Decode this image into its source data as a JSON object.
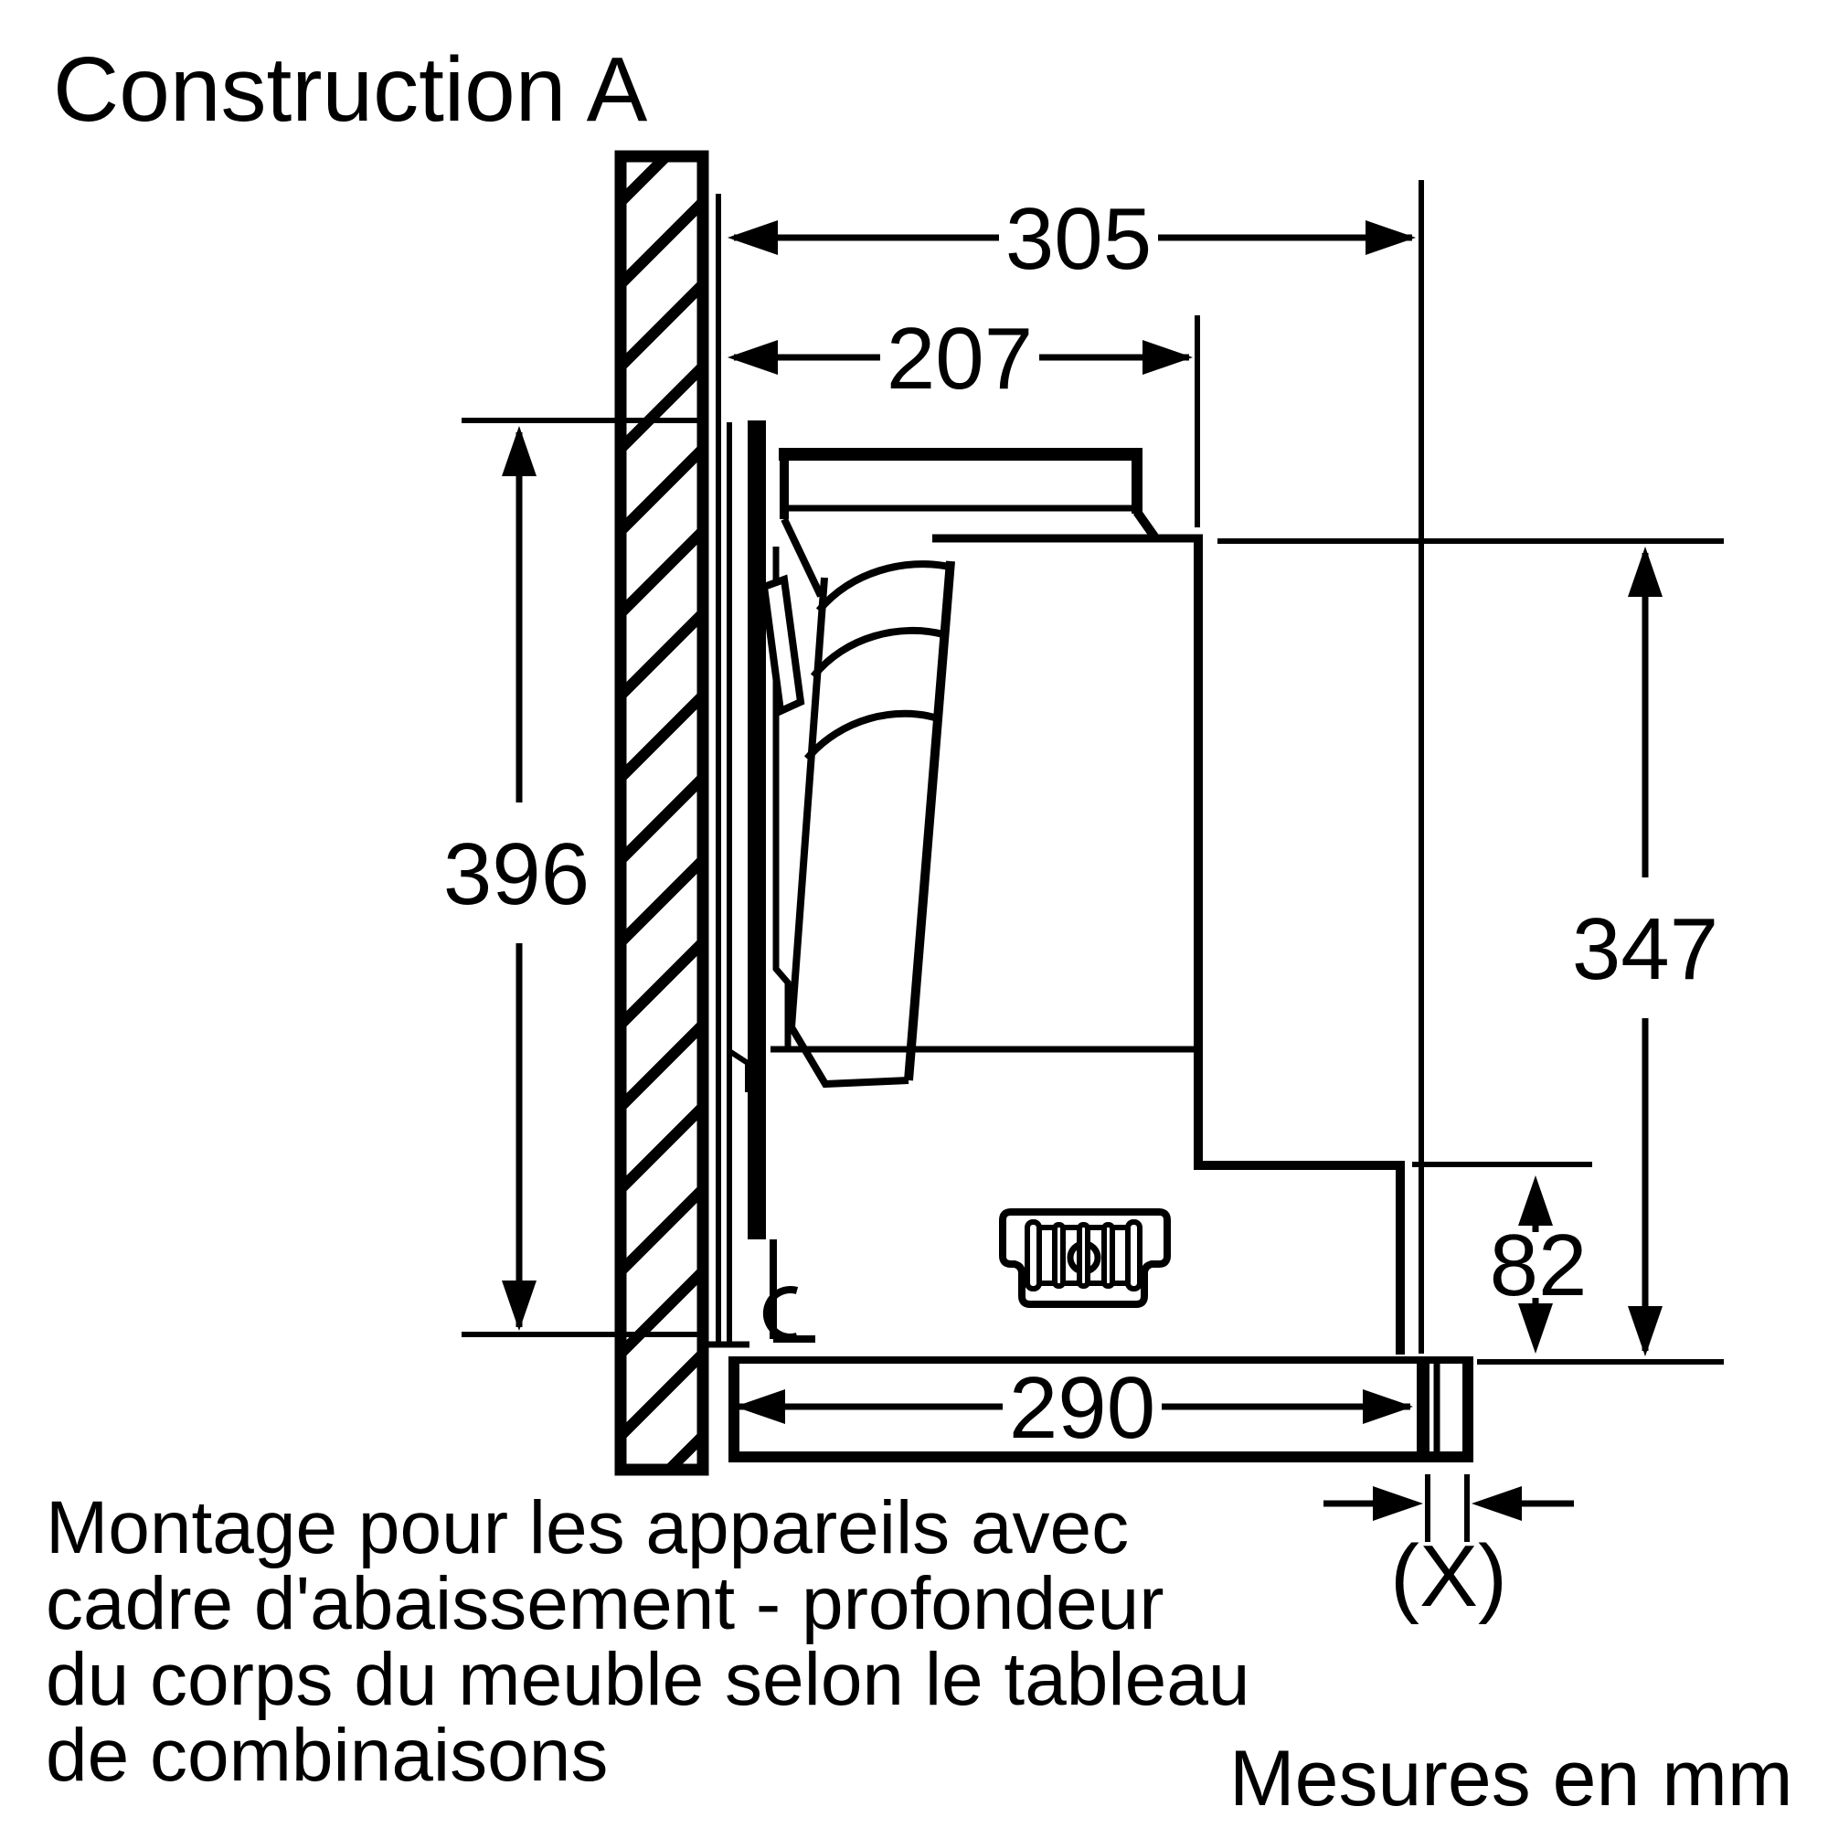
{
  "title": "Construction A",
  "units_label": "Mesures en mm",
  "note": {
    "line1": "Montage pour les appareils avec",
    "line2": "cadre d'abaissement - profondeur",
    "line3": "du corps du meuble selon le tableau",
    "line4": "de combinaisons"
  },
  "dimensions": {
    "top_depth": "305",
    "upper_depth": "207",
    "panel_height": "396",
    "body_height": "347",
    "lower_height": "82",
    "visor_depth": "290",
    "gap": "(X)"
  },
  "colors": {
    "line": "#000000",
    "background": "#ffffff"
  }
}
